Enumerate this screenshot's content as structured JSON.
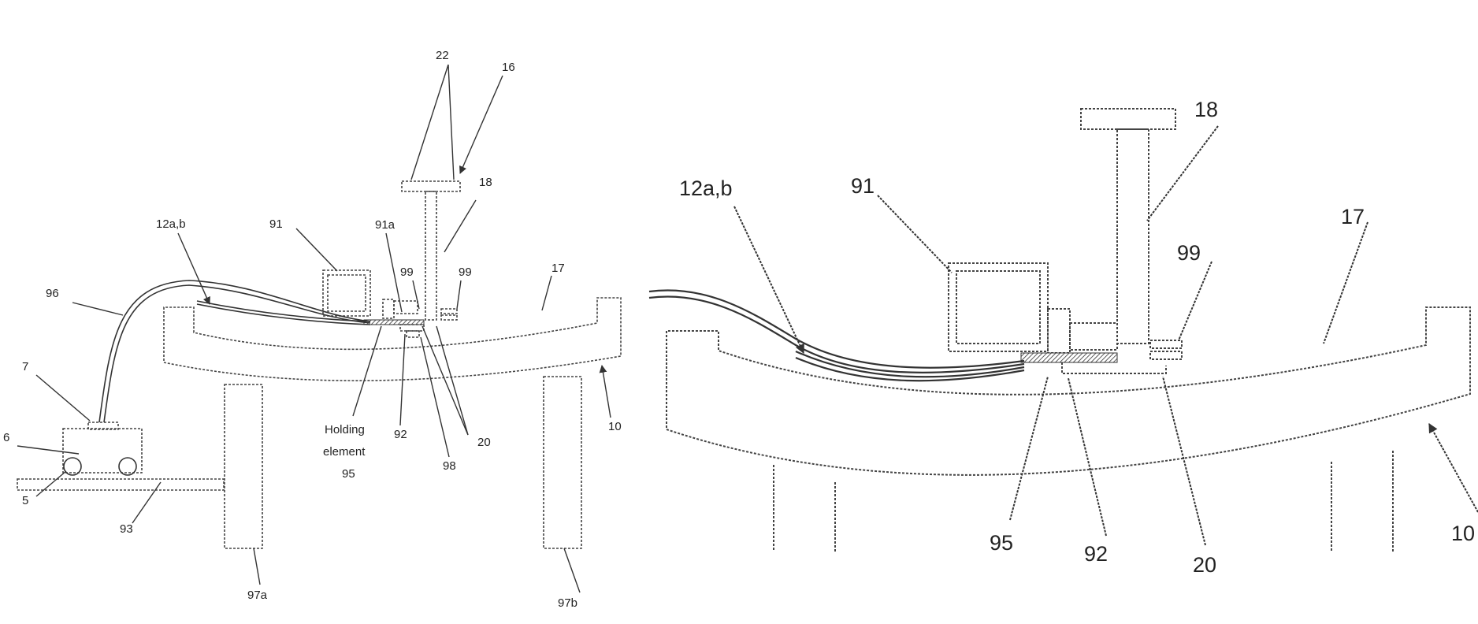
{
  "left_view": {
    "labels": {
      "l22": "22",
      "l16": "16",
      "l18": "18",
      "l12ab": "12a,b",
      "l91": "91",
      "l91a": "91a",
      "l99a": "99",
      "l99b": "99",
      "l17": "17",
      "l96": "96",
      "l7": "7",
      "l6": "6",
      "l5": "5",
      "l93": "93",
      "l10": "10",
      "l92": "92",
      "l98": "98",
      "l20": "20",
      "holding_line1": "Holding",
      "holding_line2": "element",
      "holding_num": "95",
      "l97a": "97a",
      "l97b": "97b"
    }
  },
  "right_view": {
    "labels": {
      "l12ab": "12a,b",
      "l91": "91",
      "l18": "18",
      "l17": "17",
      "l99": "99",
      "l95": "95",
      "l92": "92",
      "l20": "20",
      "l10": "10"
    }
  },
  "colors": {
    "line": "#444444",
    "text": "#222222",
    "background": "#ffffff"
  }
}
